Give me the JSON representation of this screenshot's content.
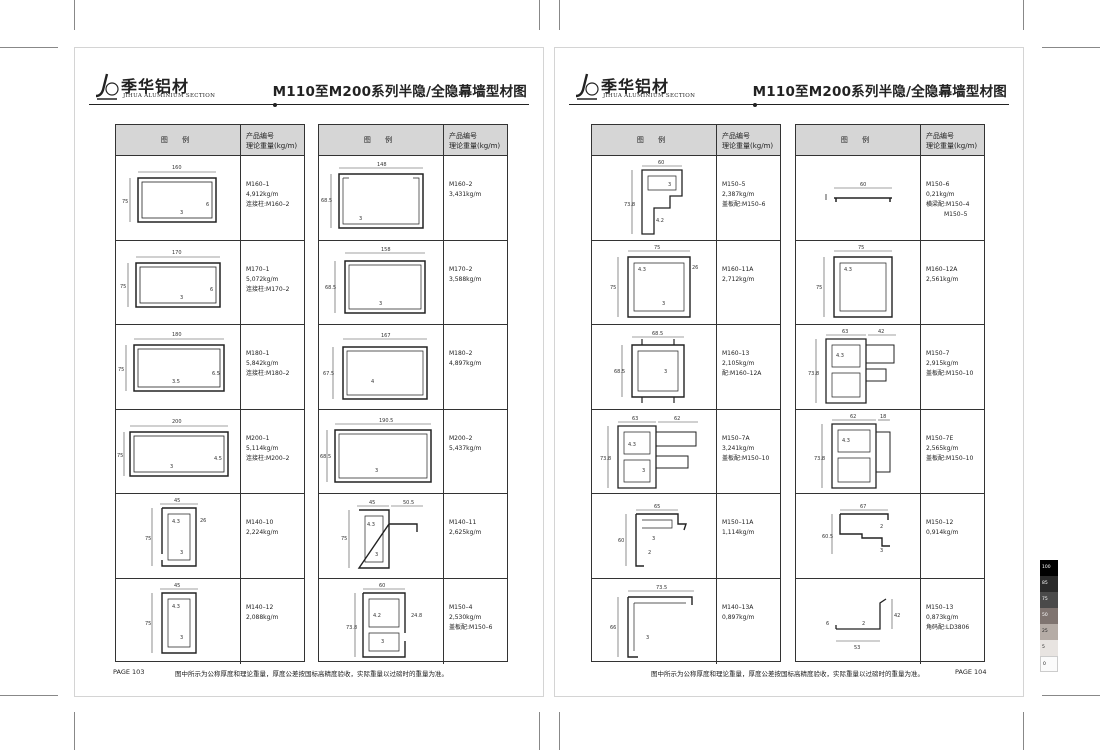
{
  "pages": [
    {
      "brand_cn": "季华铝材",
      "brand_en": "JIHUA ALUMINIUM SECTION",
      "title": "M110至M200系列半隐/全隐幕墙型材图",
      "header_figure": "图 例",
      "header_product": "产品编号",
      "header_weight": "理论重量(kg/m)",
      "page_number": "PAGE 103",
      "note": "图中所示为公称厚度和理论重量，厚度公差按国标高精度验收，实际重量以过磅时的重量为准。",
      "columns": [
        [
          {
            "code": "M160–1",
            "weight": "4,912kg/m",
            "extra": "连接柱:M160–2",
            "dims": [
              "160",
              "75",
              "6",
              "3"
            ]
          },
          {
            "code": "M170–1",
            "weight": "5,072kg/m",
            "extra": "连接柱:M170–2",
            "dims": [
              "170",
              "75",
              "6",
              "3"
            ]
          },
          {
            "code": "M180–1",
            "weight": "5,842kg/m",
            "extra": "连接柱:M180–2",
            "dims": [
              "180",
              "75",
              "6.5",
              "3.5"
            ]
          },
          {
            "code": "M200–1",
            "weight": "5,114kg/m",
            "extra": "连接柱:M200–2",
            "dims": [
              "200",
              "75",
              "4.5",
              "3"
            ]
          },
          {
            "code": "M140–10",
            "weight": "2,224kg/m",
            "extra": "",
            "dims": [
              "45",
              "75",
              "4.3",
              "26",
              "3"
            ]
          },
          {
            "code": "M140–12",
            "weight": "2,088kg/m",
            "extra": "",
            "dims": [
              "45",
              "75",
              "4.3",
              "3"
            ]
          }
        ],
        [
          {
            "code": "M160–2",
            "weight": "3,431kg/m",
            "extra": "",
            "dims": [
              "148",
              "68.5",
              "3"
            ]
          },
          {
            "code": "M170–2",
            "weight": "3,588kg/m",
            "extra": "",
            "dims": [
              "158",
              "68.5",
              "3"
            ]
          },
          {
            "code": "M180–2",
            "weight": "4,897kg/m",
            "extra": "",
            "dims": [
              "167",
              "67.5",
              "4"
            ]
          },
          {
            "code": "M200–2",
            "weight": "5,437kg/m",
            "extra": "",
            "dims": [
              "190.5",
              "68.5",
              "3"
            ]
          },
          {
            "code": "M140–11",
            "weight": "2,625kg/m",
            "extra": "",
            "dims": [
              "45",
              "50.5",
              "75",
              "4.3",
              "3"
            ]
          },
          {
            "code": "M150–4",
            "weight": "2,530kg/m",
            "extra": "盖板配:M150–6",
            "dims": [
              "60",
              "73.8",
              "4.2",
              "24.8",
              "3"
            ]
          }
        ]
      ]
    },
    {
      "brand_cn": "季华铝材",
      "brand_en": "JIHUA ALUMINIUM SECTION",
      "title": "M110至M200系列半隐/全隐幕墙型材图",
      "header_figure": "图 例",
      "header_product": "产品编号",
      "header_weight": "理论重量(kg/m)",
      "page_number": "PAGE 104",
      "note": "图中所示为公称厚度和理论重量，厚度公差按国标高精度验收，实际重量以过磅时的重量为准。",
      "columns": [
        [
          {
            "code": "M150–5",
            "weight": "2,387kg/m",
            "extra": "盖板配:M150–6",
            "dims": [
              "60",
              "73.8",
              "3",
              "4.2"
            ]
          },
          {
            "code": "M160–11A",
            "weight": "2,712kg/m",
            "extra": "",
            "dims": [
              "75",
              "75",
              "4.3",
              "26",
              "3"
            ]
          },
          {
            "code": "M160–13",
            "weight": "2,105kg/m",
            "extra": "配:M160–12A",
            "dims": [
              "68.5",
              "68.5",
              "3"
            ]
          },
          {
            "code": "M150–7A",
            "weight": "3,241kg/m",
            "extra": "盖板配:M150–10",
            "dims": [
              "63",
              "62",
              "73.8",
              "4.3",
              "3"
            ]
          },
          {
            "code": "M150–11A",
            "weight": "1,114kg/m",
            "extra": "",
            "dims": [
              "65",
              "60",
              "3",
              "2"
            ]
          },
          {
            "code": "M140–13A",
            "weight": "0,897kg/m",
            "extra": "",
            "dims": [
              "73.5",
              "66",
              "3"
            ]
          }
        ],
        [
          {
            "code": "M150–6",
            "weight": "0,21kg/m",
            "extra": "横梁配:M150–4",
            "extra2": "M150–5",
            "dims": [
              "60"
            ]
          },
          {
            "code": "M160–12A",
            "weight": "2,561kg/m",
            "extra": "",
            "dims": [
              "75",
              "75",
              "4.3"
            ]
          },
          {
            "code": "M150–7",
            "weight": "2,915kg/m",
            "extra": "盖板配:M150–10",
            "dims": [
              "63",
              "42",
              "73.8",
              "4.3"
            ]
          },
          {
            "code": "M150–7E",
            "weight": "2,565kg/m",
            "extra": "盖板配:M150–10",
            "dims": [
              "62",
              "18",
              "73.8",
              "4.3"
            ]
          },
          {
            "code": "M150–12",
            "weight": "0,914kg/m",
            "extra": "",
            "dims": [
              "67",
              "60.5",
              "2",
              "3"
            ]
          },
          {
            "code": "M150–13",
            "weight": "0,873kg/m",
            "extra": "角码配:LD3806",
            "dims": [
              "53",
              "42",
              "6",
              "2"
            ]
          }
        ]
      ]
    }
  ],
  "color_strip": [
    "100",
    "85",
    "75",
    "50",
    "25",
    "5",
    "0"
  ],
  "colors": {
    "header_bg": "#d6d6d6",
    "rule": "#222222"
  }
}
